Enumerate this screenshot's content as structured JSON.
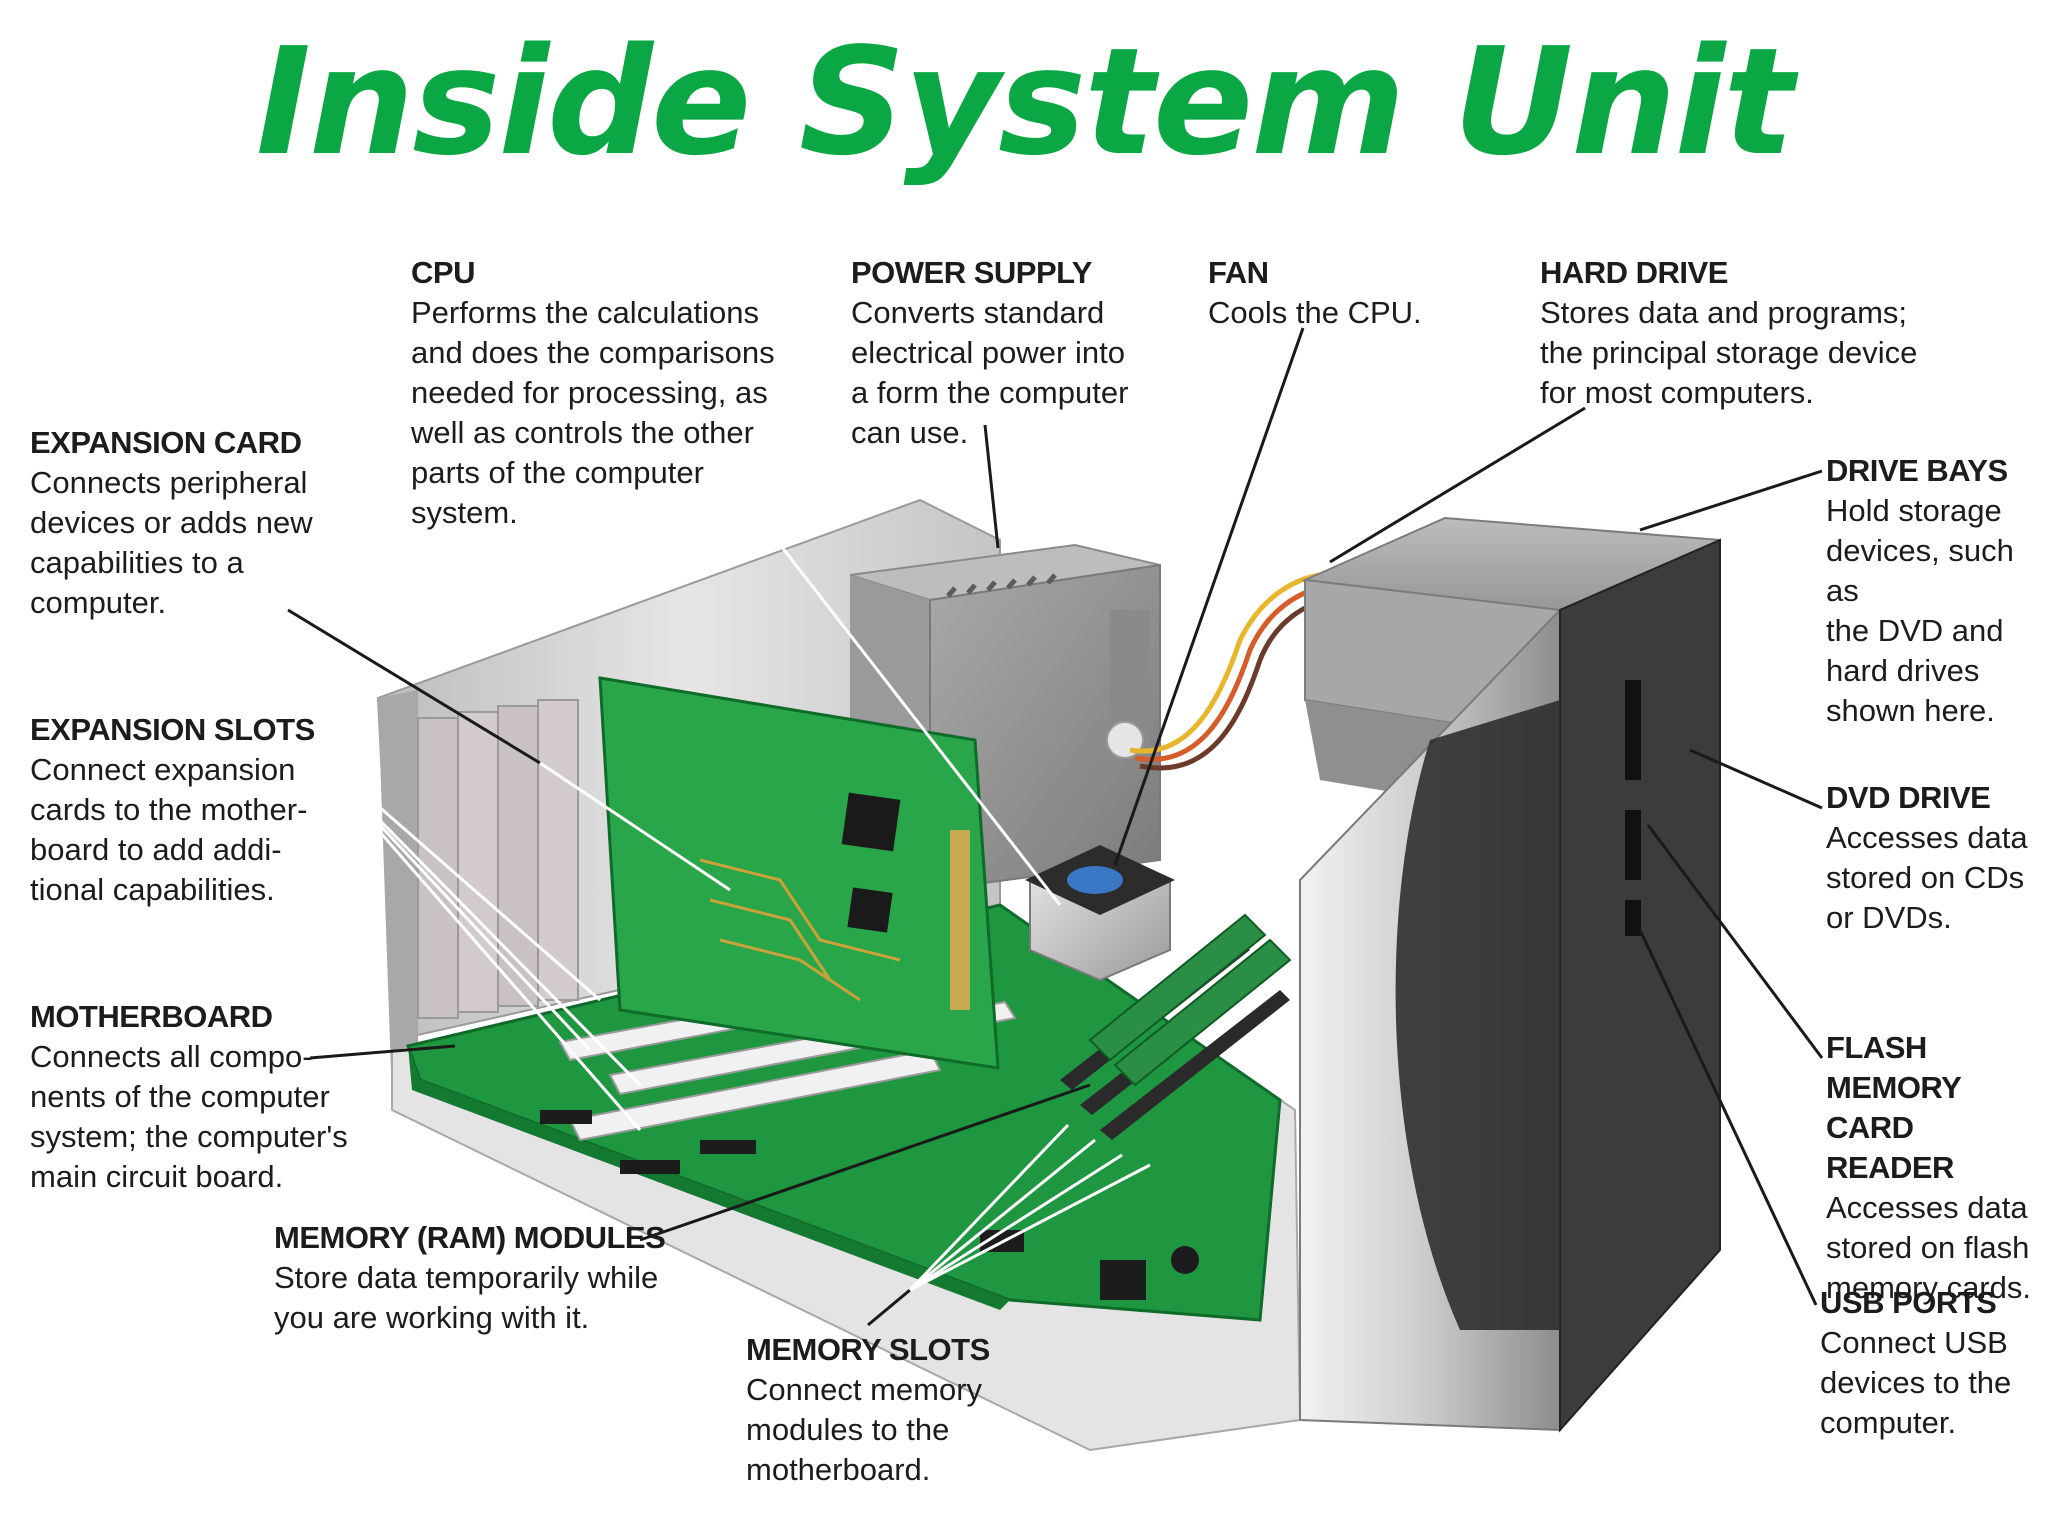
{
  "title": "Inside System Unit",
  "colors": {
    "title": "#0aa744",
    "pcb": "#1f9640",
    "pcb_dark": "#147a31",
    "case": "#d8d8d8",
    "leader": "#1a1a1a",
    "leader_on_image": "#ffffff"
  },
  "labels": {
    "cpu": {
      "heading": "CPU",
      "desc": "Performs the calculations\nand does the comparisons\nneeded for processing, as\nwell as controls the other\nparts of the computer\nsystem."
    },
    "power_supply": {
      "heading": "POWER SUPPLY",
      "desc": "Converts standard\nelectrical power into\na form the computer\ncan use."
    },
    "fan": {
      "heading": "FAN",
      "desc": "Cools the CPU."
    },
    "hard_drive": {
      "heading": "HARD DRIVE",
      "desc": "Stores data and programs;\nthe principal storage device\nfor most computers."
    },
    "expansion_card": {
      "heading": "EXPANSION CARD",
      "desc": "Connects peripheral\ndevices or adds new\ncapabilities to a\ncomputer."
    },
    "drive_bays": {
      "heading": "DRIVE BAYS",
      "desc": "Hold storage\ndevices, such as\nthe DVD and\nhard drives\nshown here."
    },
    "expansion_slots": {
      "heading": "EXPANSION SLOTS",
      "desc": "Connect expansion\ncards to the mother-\nboard to add addi-\ntional capabilities."
    },
    "dvd_drive": {
      "heading": "DVD DRIVE",
      "desc": "Accesses data\nstored on CDs\nor DVDs."
    },
    "motherboard": {
      "heading": "MOTHERBOARD",
      "desc": "Connects all compo-\nnents of the computer\nsystem; the computer's\nmain circuit board."
    },
    "flash_reader": {
      "heading": "FLASH MEMORY\nCARD READER",
      "desc": "Accesses data\nstored on flash\nmemory cards."
    },
    "memory_modules": {
      "heading": "MEMORY (RAM) MODULES",
      "desc": "Store data temporarily while\nyou are working with it."
    },
    "usb_ports": {
      "heading": "USB PORTS",
      "desc": "Connect USB\ndevices to the\ncomputer."
    },
    "memory_slots": {
      "heading": "MEMORY SLOTS",
      "desc": "Connect memory\nmodules to the\nmotherboard."
    }
  }
}
